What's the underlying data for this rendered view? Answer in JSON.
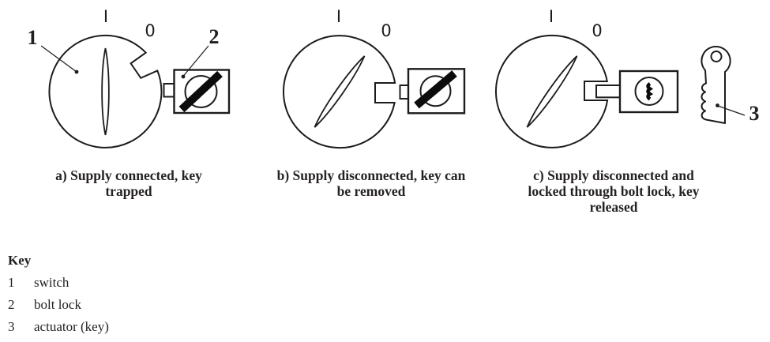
{
  "figure": {
    "position_labels": {
      "on": "I",
      "off": "0"
    },
    "callouts": {
      "switch": "1",
      "bolt_lock": "2",
      "actuator": "3"
    },
    "captions": {
      "a": {
        "lines": [
          "a) Supply connected, key",
          "trapped"
        ]
      },
      "b": {
        "lines": [
          "b) Supply disconnected, key can",
          "be removed"
        ]
      },
      "c": {
        "lines": [
          "c) Supply disconnected and",
          "locked through bolt lock, key",
          "released"
        ]
      }
    }
  },
  "legend": {
    "title": "Key",
    "items": [
      {
        "number": "1",
        "label": "switch"
      },
      {
        "number": "2",
        "label": "bolt lock"
      },
      {
        "number": "3",
        "label": "actuator (key)"
      }
    ]
  },
  "colors": {
    "line": "#1c1c1c",
    "text": "#221f1f",
    "background": "#ffffff"
  }
}
